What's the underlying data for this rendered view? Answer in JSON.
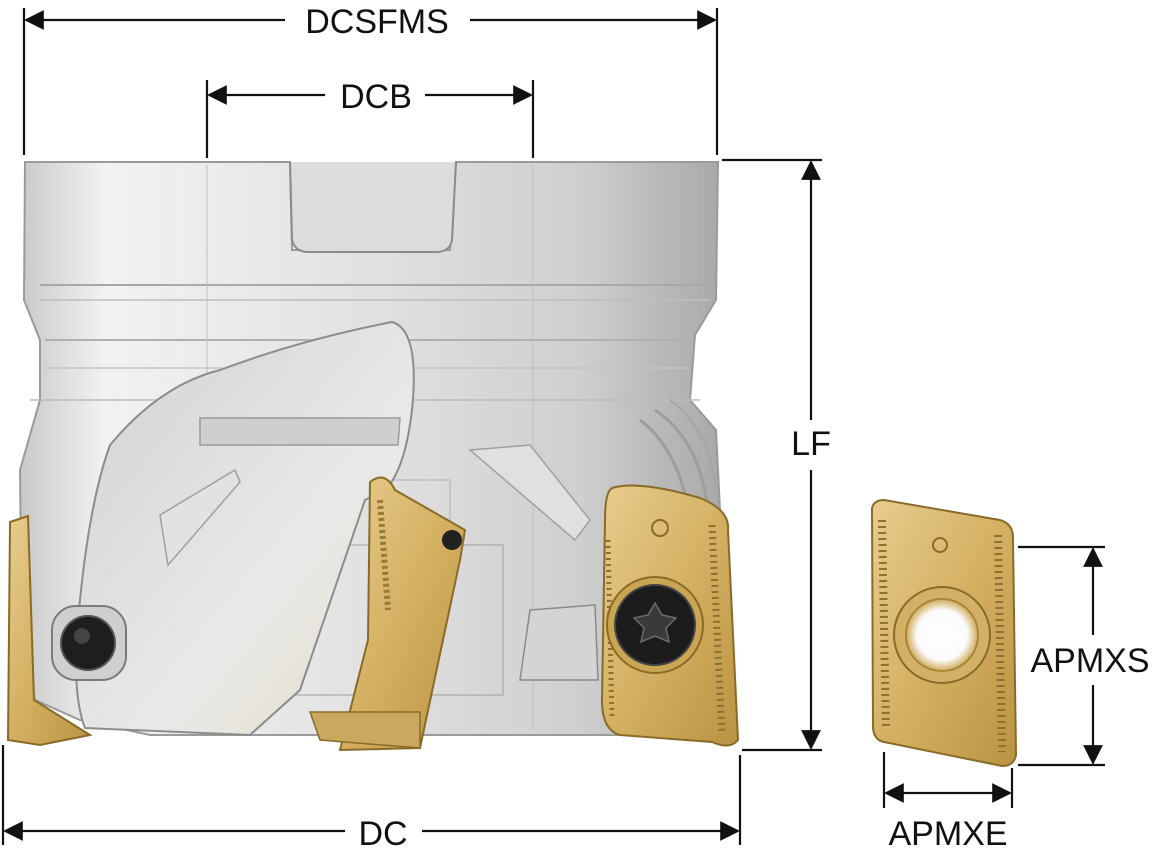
{
  "dimensions": {
    "dcsfms": "DCSFMS",
    "dcb": "DCB",
    "lf": "LF",
    "dc": "DC",
    "apmxs": "APMXS",
    "apmxe": "APMXE"
  },
  "colors": {
    "body_light": "#ededed",
    "body_mid": "#d6d6d6",
    "body_dark": "#b9b9b9",
    "insert_gold": "#d9b76a",
    "insert_dark": "#b08b3c",
    "screw": "#1e1e1e",
    "line": "#111111"
  }
}
